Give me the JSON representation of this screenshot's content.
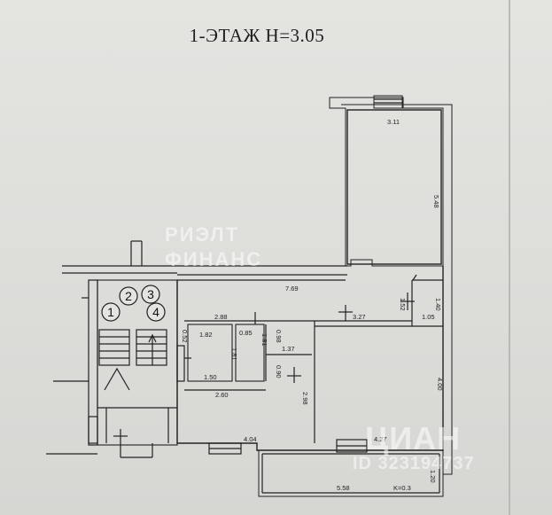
{
  "title": "1-ЭТАЖ  H=3.05",
  "stair_markers": [
    "1",
    "2",
    "3",
    "4"
  ],
  "dimensions": {
    "top_room_width": "3.11",
    "top_room_length": "5.48",
    "corridor_length": "7.69",
    "small_h1": "1.52",
    "small_h2": "1.40",
    "small_w": "1.05",
    "hall_width": "3.27",
    "room_a_width": "2.88",
    "room_a_inner": "1.82",
    "room_b_width": "0.85",
    "wall_052": "0.52",
    "room_a_height": "1.81",
    "room_b_height": "1.81",
    "vert_098": "0.98",
    "vert_090": "0.90",
    "dim_137": "1.37",
    "dim_150": "1.50",
    "dim_260": "2.60",
    "dim_298": "2.98",
    "dim_400": "4.00",
    "dim_404": "4.04",
    "dim_427": "4.27",
    "balcony_length": "5.58",
    "balcony_coef": "K=0.3",
    "balcony_depth": "1.20"
  },
  "watermarks": {
    "realtor_line1": "РИЭЛТ",
    "realtor_line2": "ФИНАНС",
    "cian": "ЦИАН",
    "listing_id": "ID 323194737"
  }
}
